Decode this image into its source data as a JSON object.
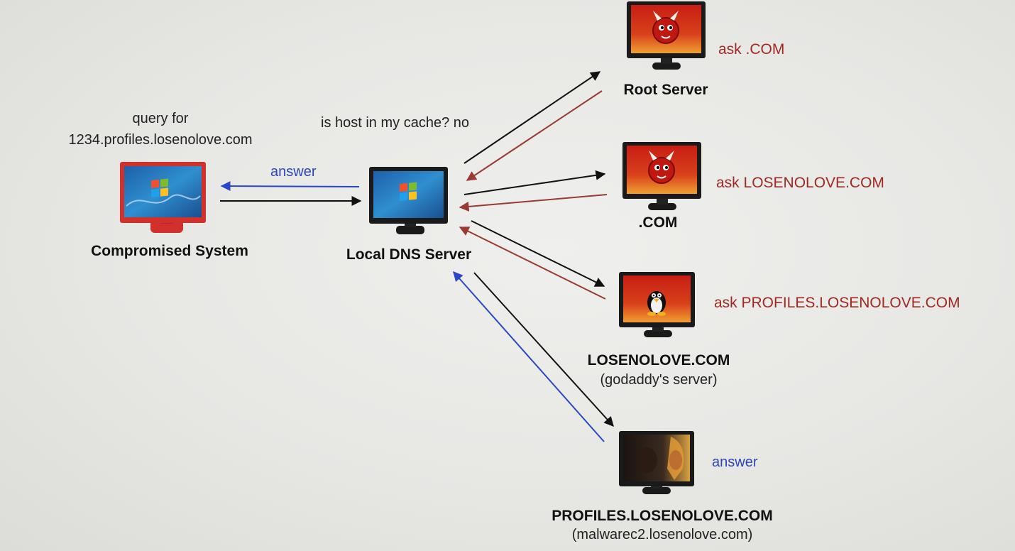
{
  "colors": {
    "black_arrow": "#111111",
    "red_arrow": "#9a3a30",
    "blue_arrow": "#2a46c8",
    "screen_red": "#c81e14",
    "screen_orange": "#e8731a",
    "screen_blue": "#2b7fc4",
    "monitor_frame": "#1a1a1a",
    "compromised_frame": "#d2302a"
  },
  "nodes": {
    "compromised": {
      "label": "Compromised System",
      "icon": "windows-logo-icon"
    },
    "local_dns": {
      "label": "Local DNS Server",
      "icon": "windows-logo-icon"
    },
    "root": {
      "label": "Root Server",
      "icon": "bsd-daemon-icon"
    },
    "com": {
      "label": ".COM",
      "icon": "bsd-daemon-icon"
    },
    "losenolove": {
      "label": "LOSENOLOVE.COM",
      "sublabel": "(godaddy's server)",
      "icon": "tux-penguin-icon"
    },
    "profiles": {
      "label": "PROFILES.LOSENOLOVE.COM",
      "sublabel": "(malwarec2.losenolove.com)",
      "icon": "character-portrait-icon"
    }
  },
  "annotations": {
    "query_line1": "query for",
    "query_line2": "1234.profiles.losenolove.com",
    "cache_check": "is host in my cache? no",
    "answer_to_client": "answer",
    "ask_com": "ask .COM",
    "ask_losenolove": "ask LOSENOLOVE.COM",
    "ask_profiles": "ask PROFILES.LOSENOLOVE.COM",
    "answer_from_profiles": "answer"
  }
}
